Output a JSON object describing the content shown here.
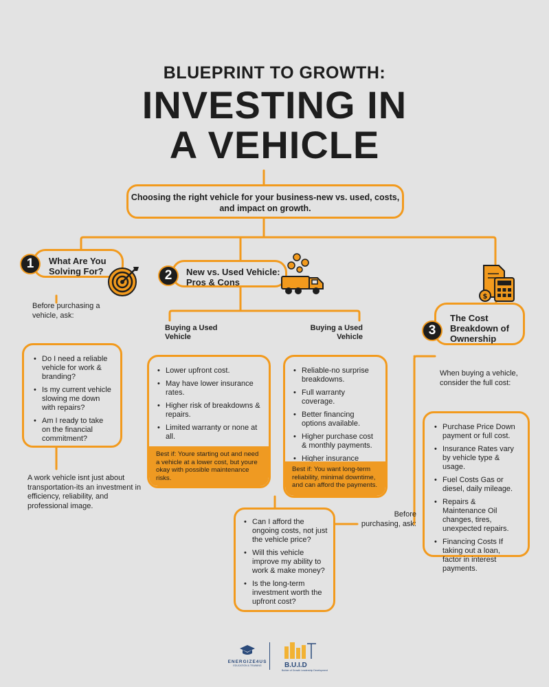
{
  "header": {
    "subtitle": "BLUEPRINT TO GROWTH:",
    "title_line1": "INVESTING IN",
    "title_line2": "A VEHICLE"
  },
  "intro": "Choosing the right vehicle for your business-new vs. used, costs, and impact on growth.",
  "section1": {
    "number": "1",
    "title_line1": "What Are You",
    "title_line2": "Solving For?",
    "prompt": "Before purchasing a vehicle, ask:",
    "questions": [
      "Do I need a reliable vehicle for work & branding?",
      "Is my current vehicle slowing me down with repairs?",
      "Am I ready to take on the financial commitment?"
    ],
    "conclusion": "A work vehicle isnt just about transportation-its an investment in efficiency, reliability, and professional image."
  },
  "section2": {
    "number": "2",
    "title_line1": "New vs. Used Vehicle:",
    "title_line2": "Pros & Cons",
    "used": {
      "heading_line1": "Buying a Used",
      "heading_line2": "Vehicle",
      "points": [
        "Lower upfront cost.",
        "May have lower insurance rates.",
        "Higher risk of breakdowns & repairs.",
        "Limited warranty or none at all."
      ],
      "best_if": "Best if: Youre starting out and need a vehicle at a lower cost, but youre okay with possible maintenance risks."
    },
    "new": {
      "heading_line1": "Buying a Used",
      "heading_line2": "Vehicle",
      "points": [
        "Reliable-no surprise breakdowns.",
        "Full warranty coverage.",
        "Better financing options available.",
        "Higher purchase cost & monthly payments.",
        "Higher insurance rates."
      ],
      "best_if": "Best if: You want long-term reliability, minimal downtime, and can afford the payments."
    }
  },
  "section3": {
    "number": "3",
    "title_line1": "The Cost",
    "title_line2": "Breakdown of",
    "title_line3": "Ownership",
    "prompt": "When buying a vehicle, consider the full cost:",
    "costs": [
      "Purchase Price Down payment or full cost.",
      "Insurance Rates vary by vehicle type & usage.",
      "Fuel Costs Gas or diesel, daily mileage.",
      "Repairs & Maintenance Oil changes, tires, unexpected repairs.",
      "Financing Costs If taking out a loan, factor in interest payments."
    ]
  },
  "before_ask": {
    "label_line1": "Before",
    "label_line2": "purchasing, ask:",
    "questions": [
      "Can I afford the ongoing costs, not just the vehicle price?",
      "Will this vehicle improve my ability to work & make money?",
      "Is the long-term investment worth the upfront cost?"
    ]
  },
  "footer": {
    "logo1_name": "ENERGIZE4US",
    "logo1_tag": "EDUCATION & TRAINING",
    "logo2_name": "B.U.I.D",
    "logo2_tag": "Builder of Growth Leadership Development"
  },
  "colors": {
    "accent": "#f29a1d",
    "background": "#e3e3e3",
    "text": "#1d1d1d"
  }
}
